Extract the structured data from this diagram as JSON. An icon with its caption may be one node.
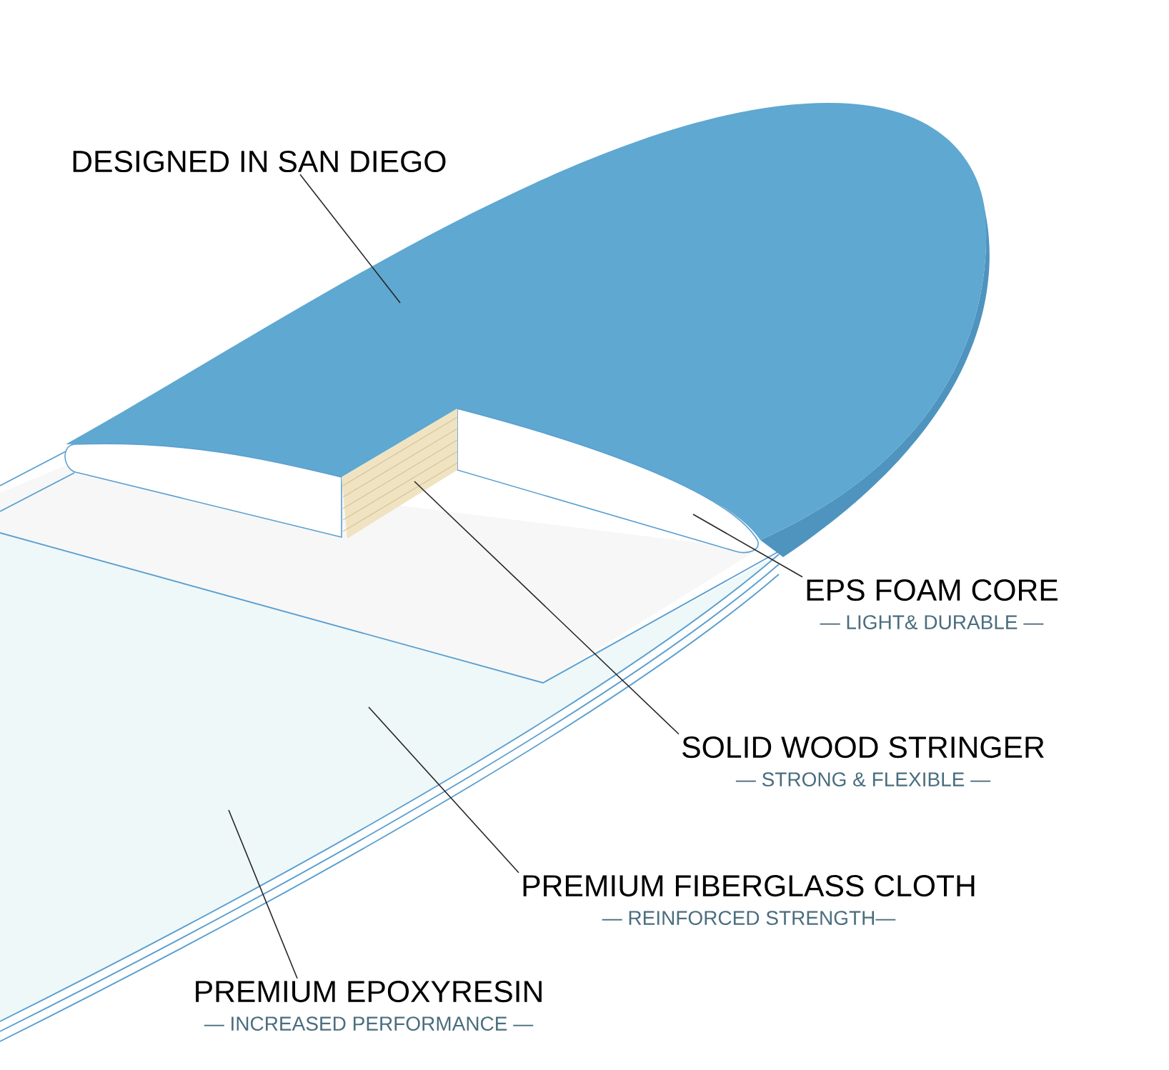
{
  "diagram": {
    "nodes": [
      {
        "text": [
          "DESIGNED IN SAN DIEGO"
        ]
      },
      {
        "text": [
          "EPS FOAM CORE",
          "— LIGHT& DURABLE —"
        ]
      },
      {
        "text": [
          "SOLID WOOD STRINGER",
          "— STRONG & FLEXIBLE —"
        ]
      },
      {
        "text": [
          "PREMIUM FIBERGLASS CLOTH",
          "— REINFORCED STRENGTH—"
        ]
      },
      {
        "text": [
          "PREMIUM EPOXYRESIN",
          "— INCREASED PERFORMANCE —"
        ]
      }
    ],
    "edges": [
      {
        "from": 0,
        "to": null,
        "arrow": "none"
      },
      {
        "from": 1,
        "to": null,
        "arrow": "none"
      },
      {
        "from": 2,
        "to": null,
        "arrow": "none"
      },
      {
        "from": 3,
        "to": null,
        "arrow": "none"
      },
      {
        "from": 4,
        "to": null,
        "arrow": "none"
      }
    ]
  }
}
